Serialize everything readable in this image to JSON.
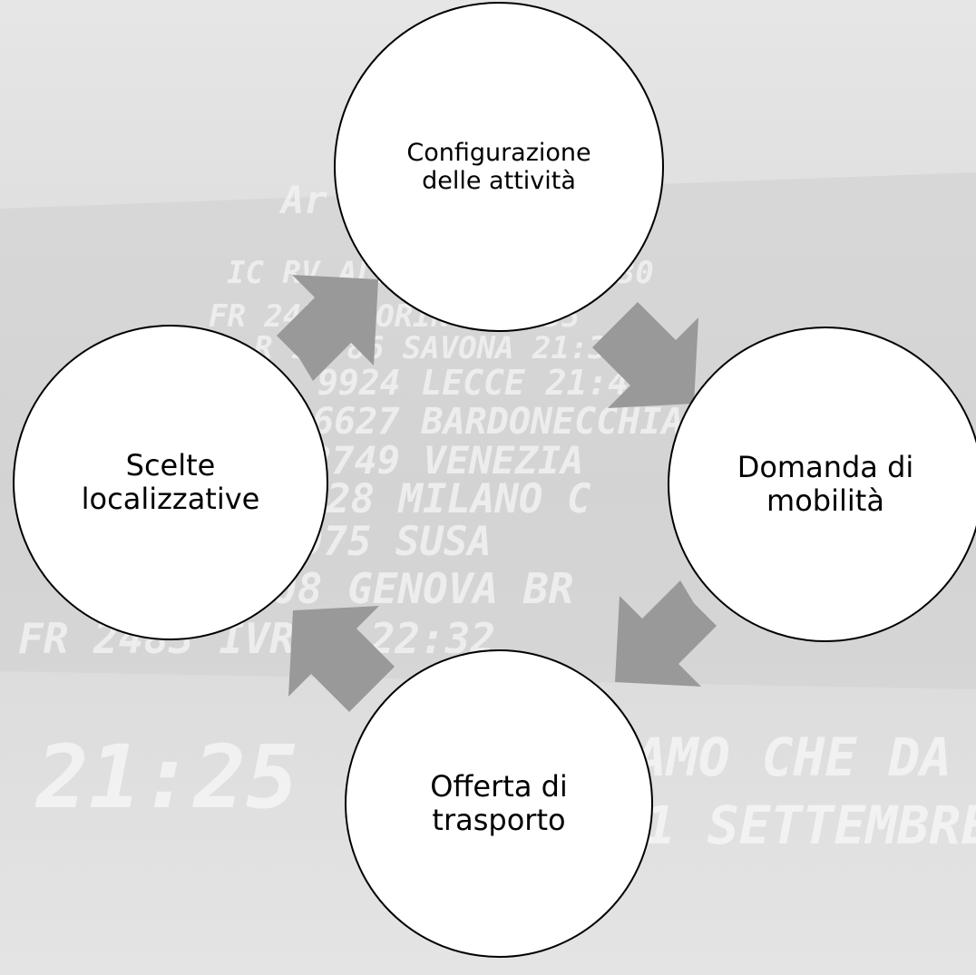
{
  "background": {
    "board_lines": [
      "Ar",
      "IC  RV  ALESSANDRIA  21:30",
      "FR  2450  TORINO  21:35",
      "R  13786  SAVONA  21:35",
      "9924  LECCE  21:40",
      "16627  BARDONECCHIA",
      "2749  VENEZIA",
      "28  MILANO C",
      "975  SUSA",
      "08  GENOVA BR",
      "FR  2483  IVREA  22:32"
    ],
    "clock": "21:25",
    "ticker_1": "AMO CHE DA",
    "ticker_2": "1 SETTEMBRE"
  },
  "cycle": {
    "nodes": [
      {
        "id": "top",
        "label": "Configurazione\ndelle attività"
      },
      {
        "id": "right",
        "label": "Domanda di\nmobilità"
      },
      {
        "id": "bottom",
        "label": "Offerta di\ntrasporto"
      },
      {
        "id": "left",
        "label": "Scelte\nlocalizzative"
      }
    ],
    "arrow_color": "#999999",
    "node_fill": "#ffffff",
    "node_stroke": "#000000"
  }
}
